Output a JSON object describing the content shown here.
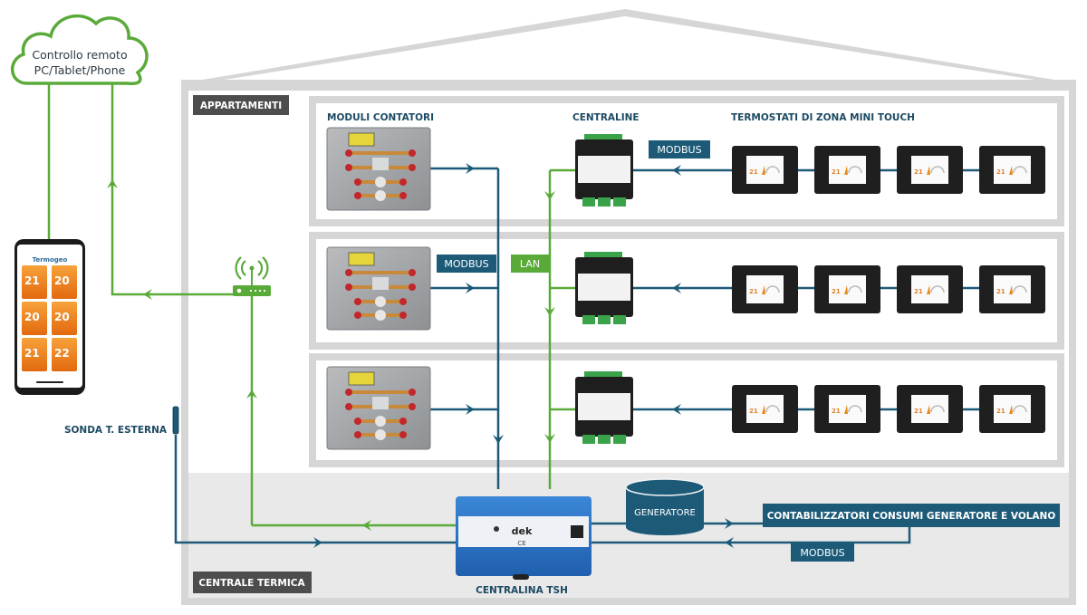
{
  "colors": {
    "modbus_blue": "#1c5a78",
    "lan_green": "#5aaa3a",
    "wall_gray": "#d6d6d6",
    "section_tag": "#4d4d4d",
    "central_bg": "#e9e9e9",
    "phone_tile": "#f08a1c"
  },
  "cloud": {
    "line1": "Controllo remoto",
    "line2": "PC/Tablet/Phone"
  },
  "phone": {
    "brand": "Termogeo",
    "tiles": [
      {
        "temp": "21"
      },
      {
        "temp": "20"
      },
      {
        "temp": "20"
      },
      {
        "temp": "20"
      },
      {
        "temp": "21"
      },
      {
        "temp": "22"
      }
    ]
  },
  "sections": {
    "apartments": "APPARTAMENTI",
    "plant_room": "CENTRALE TERMICA"
  },
  "headers": {
    "meters": "MODULI CONTATORI",
    "controllers": "CENTRALINE",
    "thermostats": "TERMOSTATI DI ZONA MINI TOUCH"
  },
  "tags": {
    "modbus_top": "MODBUS",
    "modbus_mid": "MODBUS",
    "lan": "LAN",
    "modbus_bottom": "MODBUS",
    "consumption_meters": "CONTABILIZZATORI CONSUMI GENERATORE E VOLANO",
    "generator": "GENERATORE"
  },
  "labels": {
    "outdoor_sensor": "SONDA T. ESTERNA",
    "hub": "CENTRALINA TSH",
    "hub_brand": "dek",
    "hub_ce": "CE"
  },
  "floors": [
    {
      "name": "floor-1",
      "thermostats": [
        "21",
        "21",
        "21",
        "21"
      ]
    },
    {
      "name": "floor-2",
      "thermostats": [
        "21",
        "21",
        "21",
        "21"
      ]
    },
    {
      "name": "floor-3",
      "thermostats": [
        "21",
        "21",
        "21",
        "21"
      ]
    }
  ]
}
